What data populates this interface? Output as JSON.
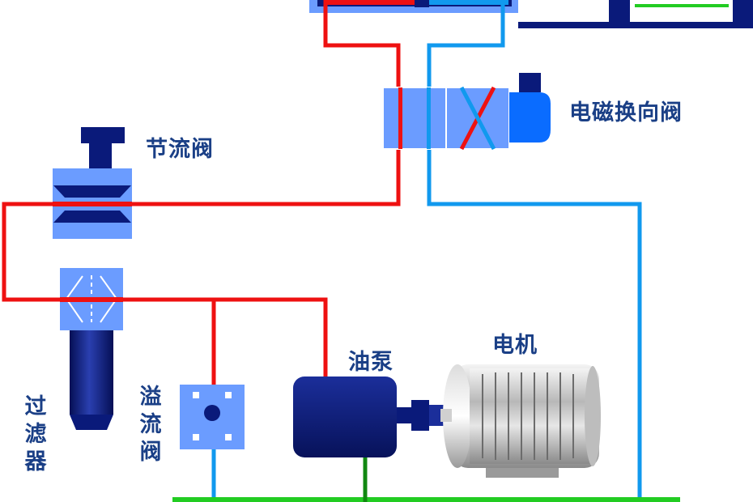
{
  "labels": {
    "solenoid_valve": "电磁换向阀",
    "throttle_valve": "节流阀",
    "filter": "过滤器",
    "relief_valve": "溢流阀",
    "oil_pump": "油泵",
    "motor": "电机"
  },
  "colors": {
    "pressure_line": "#ee1111",
    "return_line": "#1199ee",
    "tank_line": "#22cc22",
    "dark_component": "#0a1a7a",
    "valve_body": "#6b9cff",
    "label_text": "#1a3f86"
  }
}
